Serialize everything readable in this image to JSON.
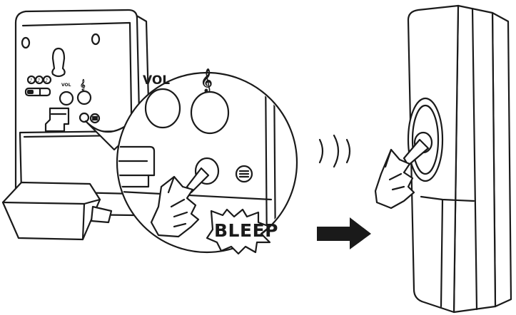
{
  "labels": {
    "vol": "VOL",
    "vol_small": "VOL",
    "bleep": "BLEEP"
  },
  "icons": {
    "volume_knob": "volume-knob-icon",
    "melody": "music-note-icon",
    "menu_button": "three-line-menu-icon",
    "signal": "wireless-signal-icon",
    "arrow": "right-arrow-icon",
    "hand": "pointing-hand-icon"
  },
  "colors": {
    "line": "#1a1a1a",
    "fill": "#ffffff",
    "shade": "#e6e6e6"
  }
}
